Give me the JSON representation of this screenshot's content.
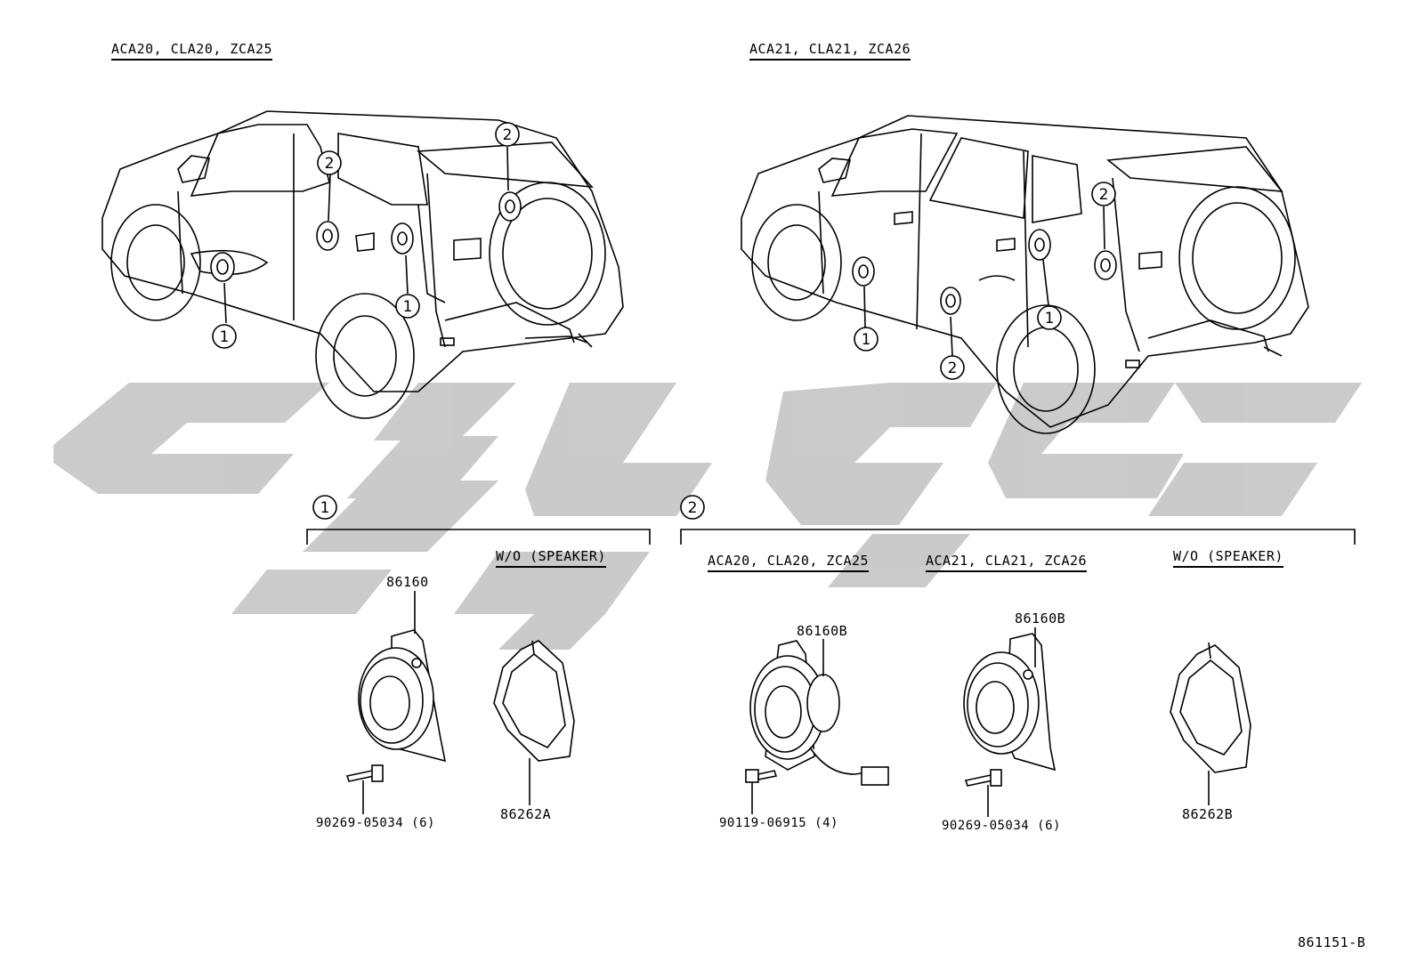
{
  "header": {
    "left_models": "ACA20, CLA20, ZCA25",
    "right_models": "ACA21, CLA21, ZCA26"
  },
  "callouts": {
    "one": "1",
    "two": "2"
  },
  "group1": {
    "callout": "1",
    "wo_speaker": "W/O (SPEAKER)",
    "speaker_part": "86160",
    "bolt_part": "90269-05034",
    "bolt_qty": "(6)",
    "cover_part": "86262A"
  },
  "group2": {
    "callout": "2",
    "models_a": "ACA20, CLA20, ZCA25",
    "models_b": "ACA21, CLA21, ZCA26",
    "wo_speaker": "W/O (SPEAKER)",
    "speaker_a_part": "86160B",
    "bolt_a_part": "90119-06915",
    "bolt_a_qty": "(4)",
    "speaker_b_part": "86160B",
    "bolt_b_part": "90269-05034",
    "bolt_b_qty": "(6)",
    "cover_part": "86262B"
  },
  "figure_id": "861151-B",
  "colors": {
    "line": "#000000",
    "watermark": "#c8c8c8",
    "background": "#ffffff"
  }
}
